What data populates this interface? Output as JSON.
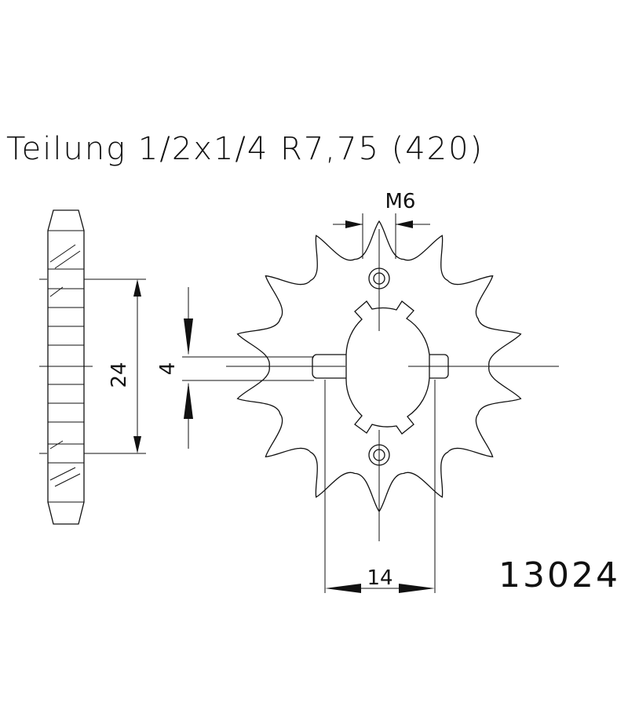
{
  "title": "Teilung 1/2x1/4 R7,75 (420)",
  "part_number": "13024",
  "dimensions": {
    "thread": "M6",
    "hub_height": "24",
    "key_width": "4",
    "flat_width": "14"
  },
  "sprocket": {
    "teeth": 14
  },
  "colors": {
    "line": "#111111",
    "background": "#ffffff"
  }
}
